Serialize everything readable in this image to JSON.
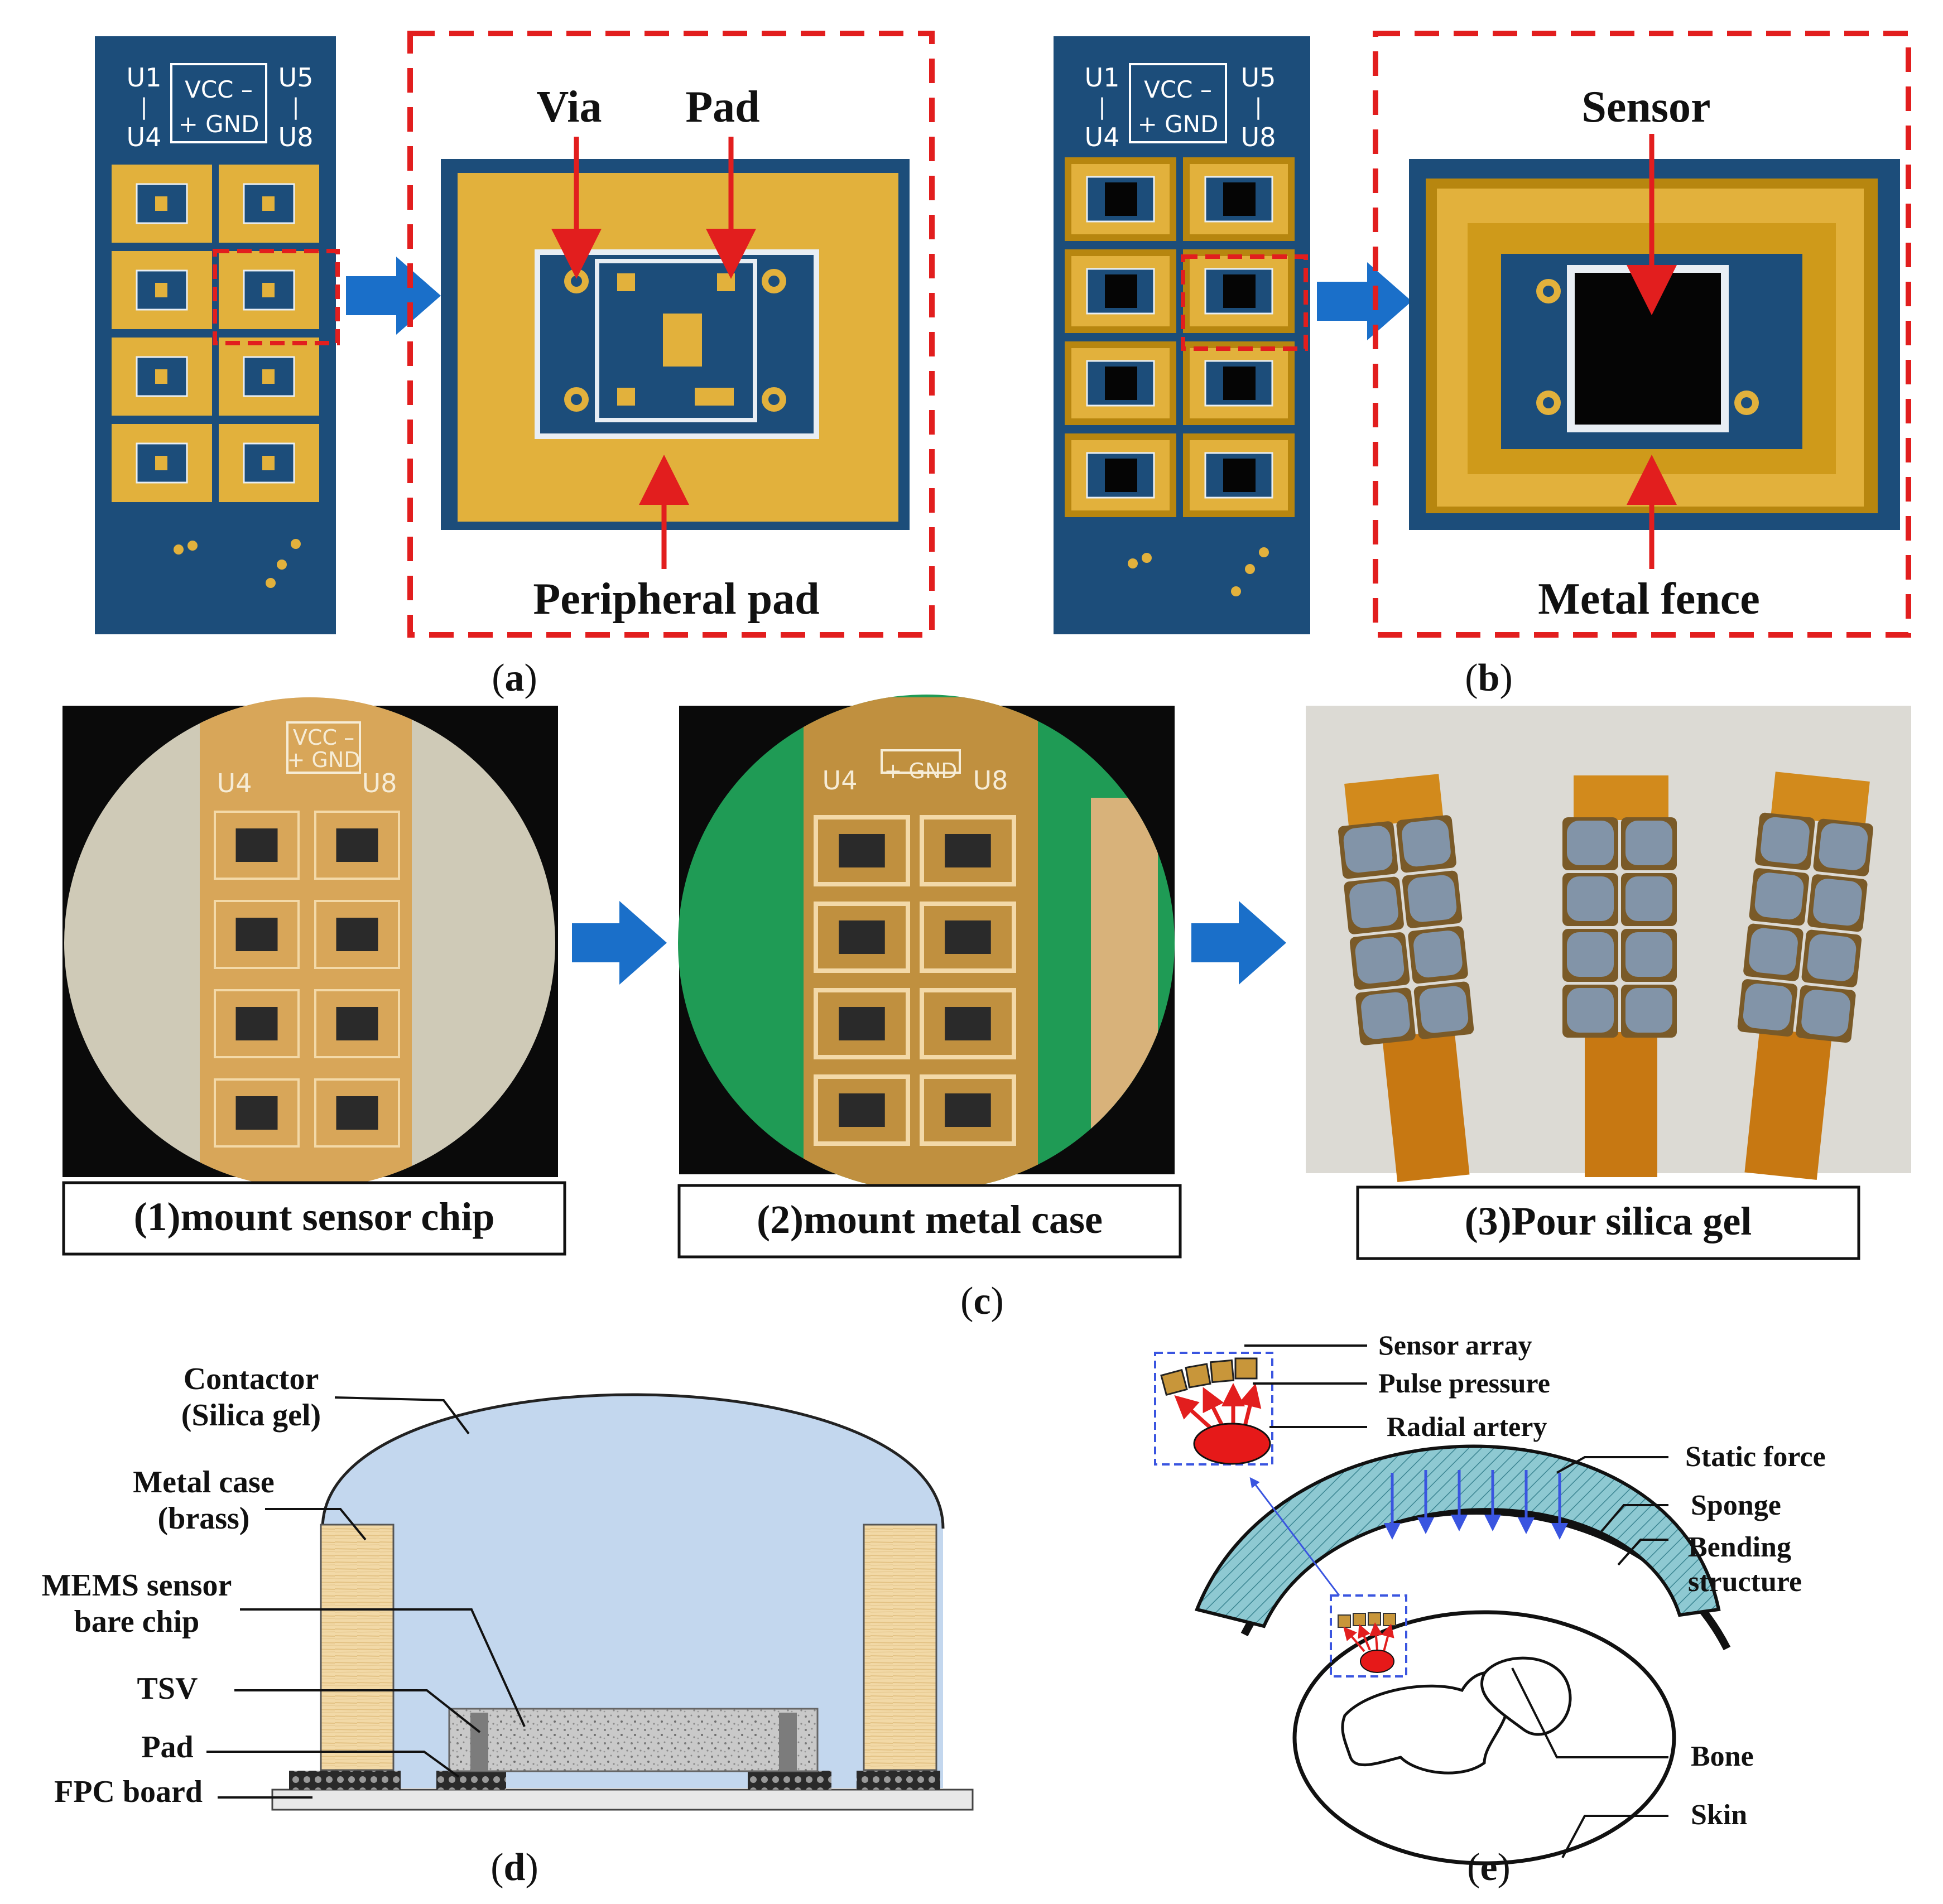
{
  "panel_a": {
    "caption_letter": "a",
    "board_text": {
      "u1": "U1",
      "u4": "U4",
      "u5": "U5",
      "u8": "U8",
      "vcc": "VCC –",
      "gnd": "+ GND"
    },
    "zoom_labels": {
      "via": "Via",
      "pad": "Pad",
      "peripheral_pad": "Peripheral pad"
    }
  },
  "panel_b": {
    "caption_letter": "b",
    "board_text": {
      "u1": "U1",
      "u4": "U4",
      "u5": "U5",
      "u8": "U8",
      "vcc": "VCC –",
      "gnd": "+ GND"
    },
    "zoom_labels": {
      "sensor": "Sensor",
      "metal_fence": "Metal fence"
    }
  },
  "panel_c": {
    "caption_letter": "c",
    "photo1_text": {
      "vcc": "VCC –",
      "gnd": "+ GND",
      "u4": "U4",
      "u8": "U8"
    },
    "photo2_text": {
      "gnd": "+ GND",
      "u4": "U4",
      "u8": "U8"
    },
    "steps": [
      "(1)mount sensor chip",
      "(2)mount metal case",
      "(3)Pour silica gel"
    ]
  },
  "panel_d": {
    "caption_letter": "d",
    "labels": {
      "contactor_line1": "Contactor",
      "contactor_line2": "(Silica gel)",
      "metal_case_line1": "Metal case",
      "metal_case_line2": "(brass)",
      "mems_line1": "MEMS sensor",
      "mems_line2": "bare chip",
      "tsv": "TSV",
      "pad": "Pad",
      "fpc": "FPC board"
    }
  },
  "panel_e": {
    "caption_letter": "e",
    "labels": {
      "sensor_array": "Sensor array",
      "pulse_pressure": "Pulse pressure",
      "radial_artery": "Radial artery",
      "static_force": "Static force",
      "sponge": "Sponge",
      "bending_line1": "Bending",
      "bending_line2": "structure",
      "bone": "Bone",
      "skin": "Skin"
    }
  },
  "colors": {
    "pcb_blue": "#1c4d7a",
    "pad_gold": "#e2b13c",
    "fence_gold": "#cf9a1a",
    "callout_red": "#e21e1e",
    "arrow_blue": "#1a6fc9",
    "gel_blue": "#c3d7ee",
    "brass": "#f0d6a4",
    "sponge": "#8ec9d2",
    "artery_red": "#e61919"
  }
}
